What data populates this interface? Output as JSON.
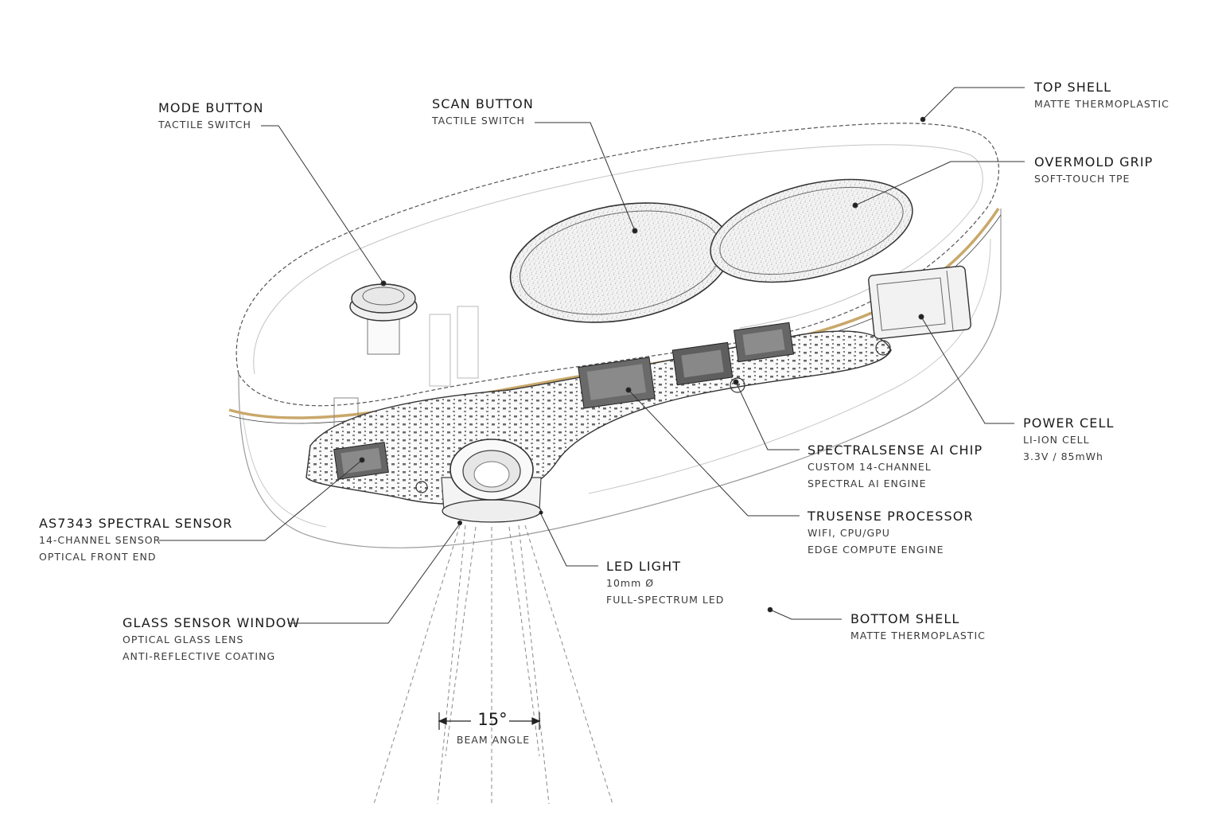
{
  "labels": {
    "mode_button": {
      "title": "MODE BUTTON",
      "sub": [
        "TACTILE SWITCH"
      ]
    },
    "scan_button": {
      "title": "SCAN BUTTON",
      "sub": [
        "TACTILE SWITCH"
      ]
    },
    "top_shell": {
      "title": "TOP SHELL",
      "sub": [
        "MATTE THERMOPLASTIC"
      ]
    },
    "overmold_grip": {
      "title": "OVERMOLD GRIP",
      "sub": [
        "SOFT-TOUCH TPE"
      ]
    },
    "power_cell": {
      "title": "POWER CELL",
      "sub": [
        "LI-ION CELL",
        "3.3V / 85mWh"
      ]
    },
    "spectralsense_chip": {
      "title": "SPECTRALSENSE AI CHIP",
      "sub": [
        "CUSTOM 14-CHANNEL",
        "SPECTRAL AI ENGINE"
      ]
    },
    "trusense_processor": {
      "title": "TRUSENSE PROCESSOR",
      "sub": [
        "WIFI, CPU/GPU",
        "EDGE COMPUTE ENGINE"
      ]
    },
    "led_light": {
      "title": "LED LIGHT",
      "sub": [
        "10mm Ø",
        "FULL-SPECTRUM LED"
      ]
    },
    "bottom_shell": {
      "title": "BOTTOM SHELL",
      "sub": [
        "MATTE THERMOPLASTIC"
      ]
    },
    "as7343_sensor": {
      "title": "AS7343 SPECTRAL SENSOR",
      "sub": [
        "14-CHANNEL SENSOR",
        "OPTICAL FRONT END"
      ]
    },
    "glass_window": {
      "title": "GLASS SENSOR WINDOW",
      "sub": [
        "OPTICAL GLASS LENS",
        "ANTI-REFLECTIVE COATING"
      ]
    }
  },
  "beam": {
    "value": "15°",
    "label": "BEAM ANGLE"
  },
  "colors": {
    "line": "#2a2a2a",
    "shell": "#8a8a8a",
    "accent_band": "#c9a86a",
    "background": "#ffffff"
  }
}
